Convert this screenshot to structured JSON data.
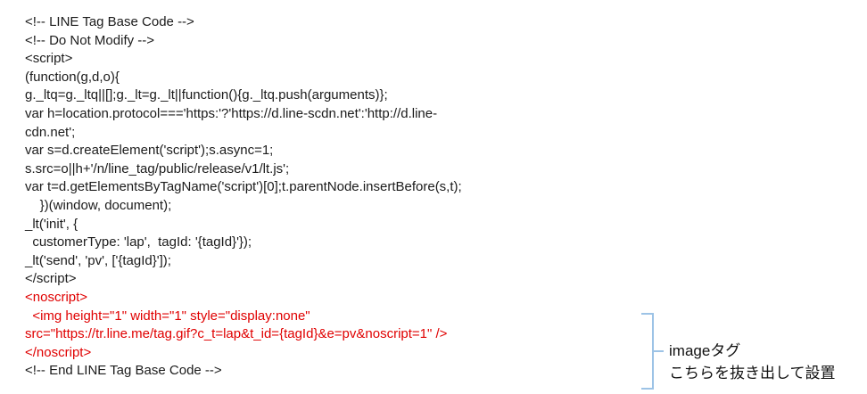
{
  "code": {
    "lines": [
      {
        "text": "<!-- LINE Tag Base Code -->",
        "red": false
      },
      {
        "text": "<!-- Do Not Modify -->",
        "red": false
      },
      {
        "text": "<script>",
        "red": false
      },
      {
        "text": "(function(g,d,o){",
        "red": false
      },
      {
        "text": "g._ltq=g._ltq||[];g._lt=g._lt||function(){g._ltq.push(arguments)};",
        "red": false
      },
      {
        "text": "var h=location.protocol==='https:'?'https://d.line-scdn.net':'http://d.line-",
        "red": false
      },
      {
        "text": "cdn.net';",
        "red": false
      },
      {
        "text": "var s=d.createElement('script');s.async=1;",
        "red": false
      },
      {
        "text": "s.src=o||h+'/n/line_tag/public/release/v1/lt.js';",
        "red": false
      },
      {
        "text": "var t=d.getElementsByTagName('script')[0];t.parentNode.insertBefore(s,t);",
        "red": false
      },
      {
        "text": "    })(window, document);",
        "red": false
      },
      {
        "text": "_lt('init', {",
        "red": false
      },
      {
        "text": "  customerType: 'lap',  tagId: '{tagId}'});",
        "red": false
      },
      {
        "text": "_lt('send', 'pv', ['{tagId}']);",
        "red": false
      },
      {
        "text": "</script>",
        "red": false
      },
      {
        "text": "<noscript>",
        "red": true
      },
      {
        "text": "  <img height=\"1\" width=\"1\" style=\"display:none\"",
        "red": true
      },
      {
        "text": "src=\"https://tr.line.me/tag.gif?c_t=lap&t_id={tagId}&e=pv&noscript=1\" />",
        "red": true
      },
      {
        "text": "</noscript>",
        "red": true
      },
      {
        "text": "<!-- End LINE Tag Base Code -->",
        "red": false
      }
    ]
  },
  "annotation": {
    "line1": "imageタグ",
    "line2": "こちらを抜き出して設置"
  },
  "colors": {
    "code_text": "#1b1b1b",
    "highlight_red": "#e00000",
    "bracket_blue": "#9dc3e6"
  }
}
